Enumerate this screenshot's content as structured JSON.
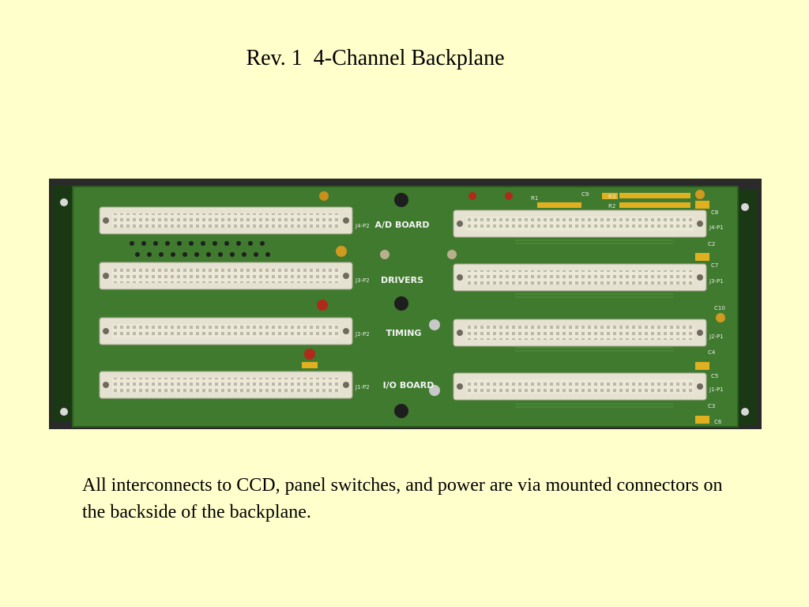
{
  "slide": {
    "title": "Rev. 1  4-Channel Backplane",
    "caption": "All interconnects to CCD, panel switches, and power are via mounted connectors on the backside of the backplane."
  },
  "board": {
    "center_labels": [
      "A/D BOARD",
      "DRIVERS",
      "TIMING",
      "I/O BOARD"
    ],
    "left_connectors": [
      "J4-P2",
      "J3-P2",
      "J2-P2",
      "J1-P2"
    ],
    "right_connectors": [
      "J4-P1",
      "J3-P1",
      "J2-P1",
      "J1-P1"
    ],
    "component_labels": [
      "R1",
      "C9",
      "R3",
      "R2",
      "C8",
      "C2",
      "C7",
      "C10",
      "C4",
      "C5",
      "C3",
      "C6"
    ],
    "colors": {
      "pcb": "#3f7a2e",
      "pcb_dark": "#2c5a20",
      "connector": "#e6e2d2",
      "background": "#ffffcc"
    }
  }
}
